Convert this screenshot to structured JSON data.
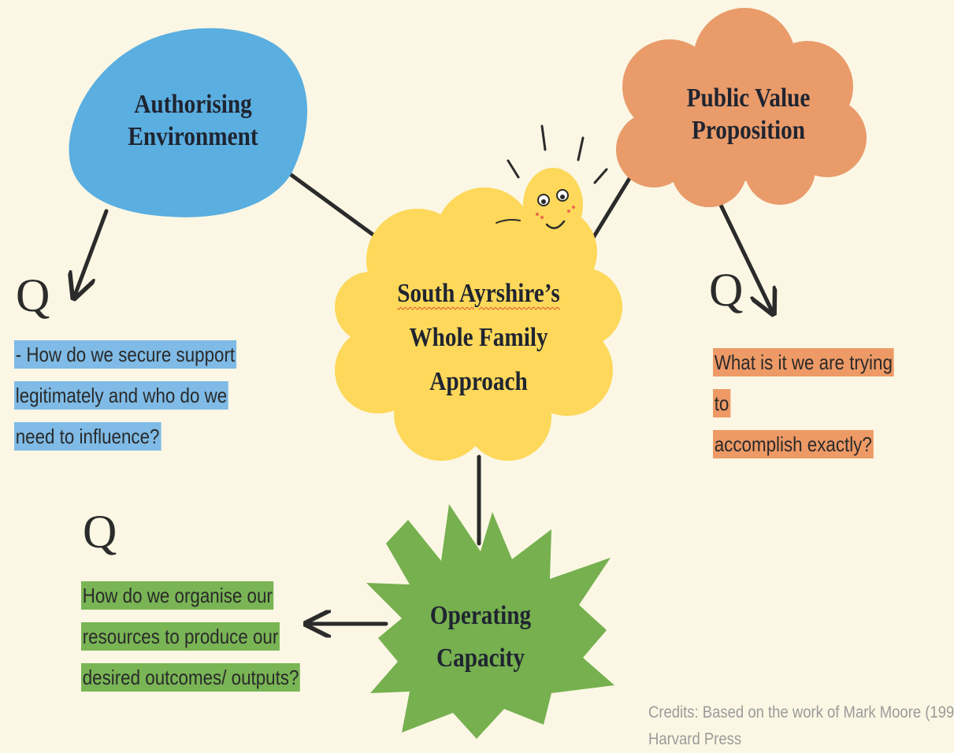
{
  "nodes": {
    "authorising": {
      "line1": "Authorising",
      "line2": "Environment",
      "color": "#5aaee0"
    },
    "public_value": {
      "line1": "Public Value",
      "line2": "Proposition",
      "color": "#e99b6a"
    },
    "center": {
      "line1": "South Ayrshire’s",
      "line2": "Whole Family",
      "line3": "Approach",
      "color": "#fdd85a"
    },
    "operating": {
      "line1": "Operating",
      "line2": "Capacity",
      "color": "#76b04f"
    }
  },
  "questions": {
    "authorising": {
      "mark": "Q",
      "line1": "- How do we secure support",
      "line2": "legitimately and who do we",
      "line3": "need to influence?",
      "highlight": "#7fbbe6"
    },
    "public_value": {
      "mark": "Q",
      "line1": "What is it we are trying to",
      "line2": "accomplish exactly?",
      "highlight": "#ee9a66"
    },
    "operating": {
      "mark": "Q",
      "line1": "How do we organise our",
      "line2": "resources to produce our",
      "line3": "desired outcomes/ outputs?",
      "highlight": "#79b555"
    }
  },
  "credits": {
    "line1": "Credits: Based on the work of Mark Moore (199",
    "line2": "Harvard Press"
  }
}
